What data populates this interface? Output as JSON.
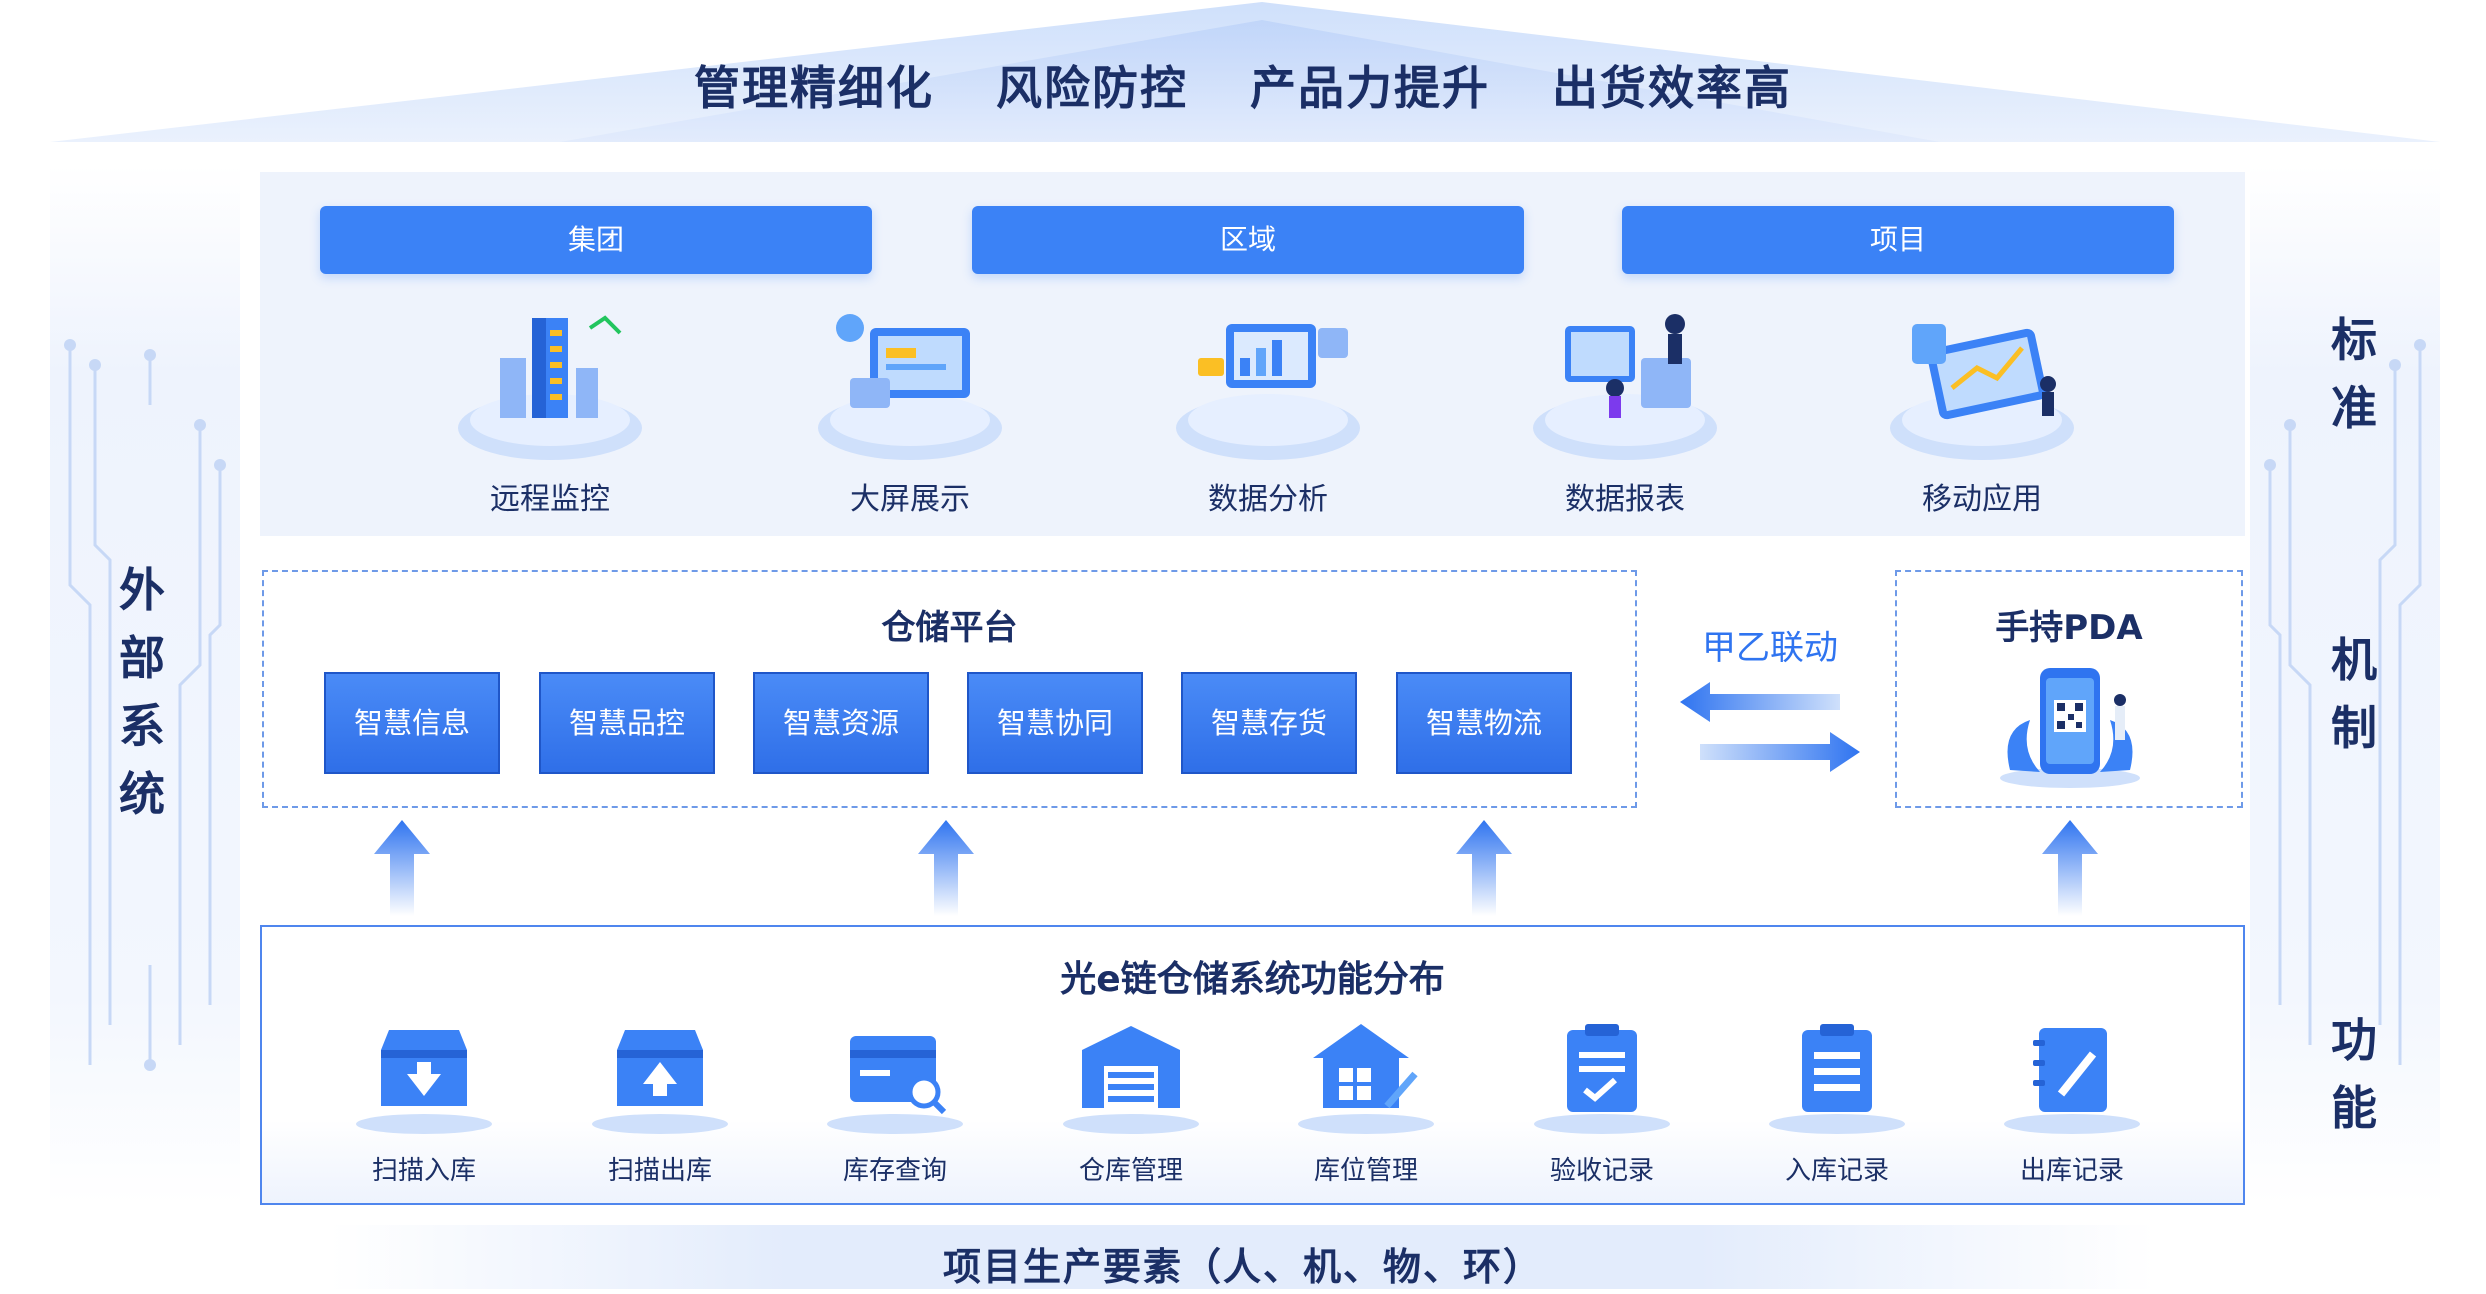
{
  "roof": {
    "goals": [
      "管理精细化",
      "风险防控",
      "产品力提升",
      "出货效率高"
    ]
  },
  "side_left": {
    "chars": [
      "外",
      "部",
      "系",
      "统"
    ]
  },
  "side_right": {
    "chars": [
      "标",
      "准",
      "机",
      "制",
      "功",
      "能"
    ]
  },
  "levels": [
    "集团",
    "区域",
    "项目"
  ],
  "apps": [
    {
      "label": "远程监控",
      "icon": "building-monitor-icon"
    },
    {
      "label": "大屏展示",
      "icon": "big-screen-icon"
    },
    {
      "label": "数据分析",
      "icon": "data-analysis-icon"
    },
    {
      "label": "数据报表",
      "icon": "data-report-icon"
    },
    {
      "label": "移动应用",
      "icon": "mobile-app-icon"
    }
  ],
  "platform": {
    "title": "仓储平台",
    "modules": [
      "智慧信息",
      "智慧品控",
      "智慧资源",
      "智慧协同",
      "智慧存货",
      "智慧物流"
    ]
  },
  "linkage": {
    "label": "甲乙联动"
  },
  "pda": {
    "title": "手持PDA",
    "icon": "phone-qr-icon"
  },
  "functions": {
    "title": "光e链仓储系统功能分布",
    "items": [
      {
        "label": "扫描入库",
        "icon": "box-in-icon"
      },
      {
        "label": "扫描出库",
        "icon": "box-out-icon"
      },
      {
        "label": "库存查询",
        "icon": "card-search-icon"
      },
      {
        "label": "仓库管理",
        "icon": "warehouse-icon"
      },
      {
        "label": "库位管理",
        "icon": "house-edit-icon"
      },
      {
        "label": "验收记录",
        "icon": "clipboard-check-icon"
      },
      {
        "label": "入库记录",
        "icon": "clipboard-list-icon"
      },
      {
        "label": "出库记录",
        "icon": "notebook-edit-icon"
      }
    ]
  },
  "base": {
    "text": "项目生产要素（人、机、物、环）"
  },
  "colors": {
    "primary": "#3b82f6",
    "dark_text": "#1b2f66",
    "accent_text": "#2f74f0",
    "panel_bg": "#eef3fc"
  }
}
